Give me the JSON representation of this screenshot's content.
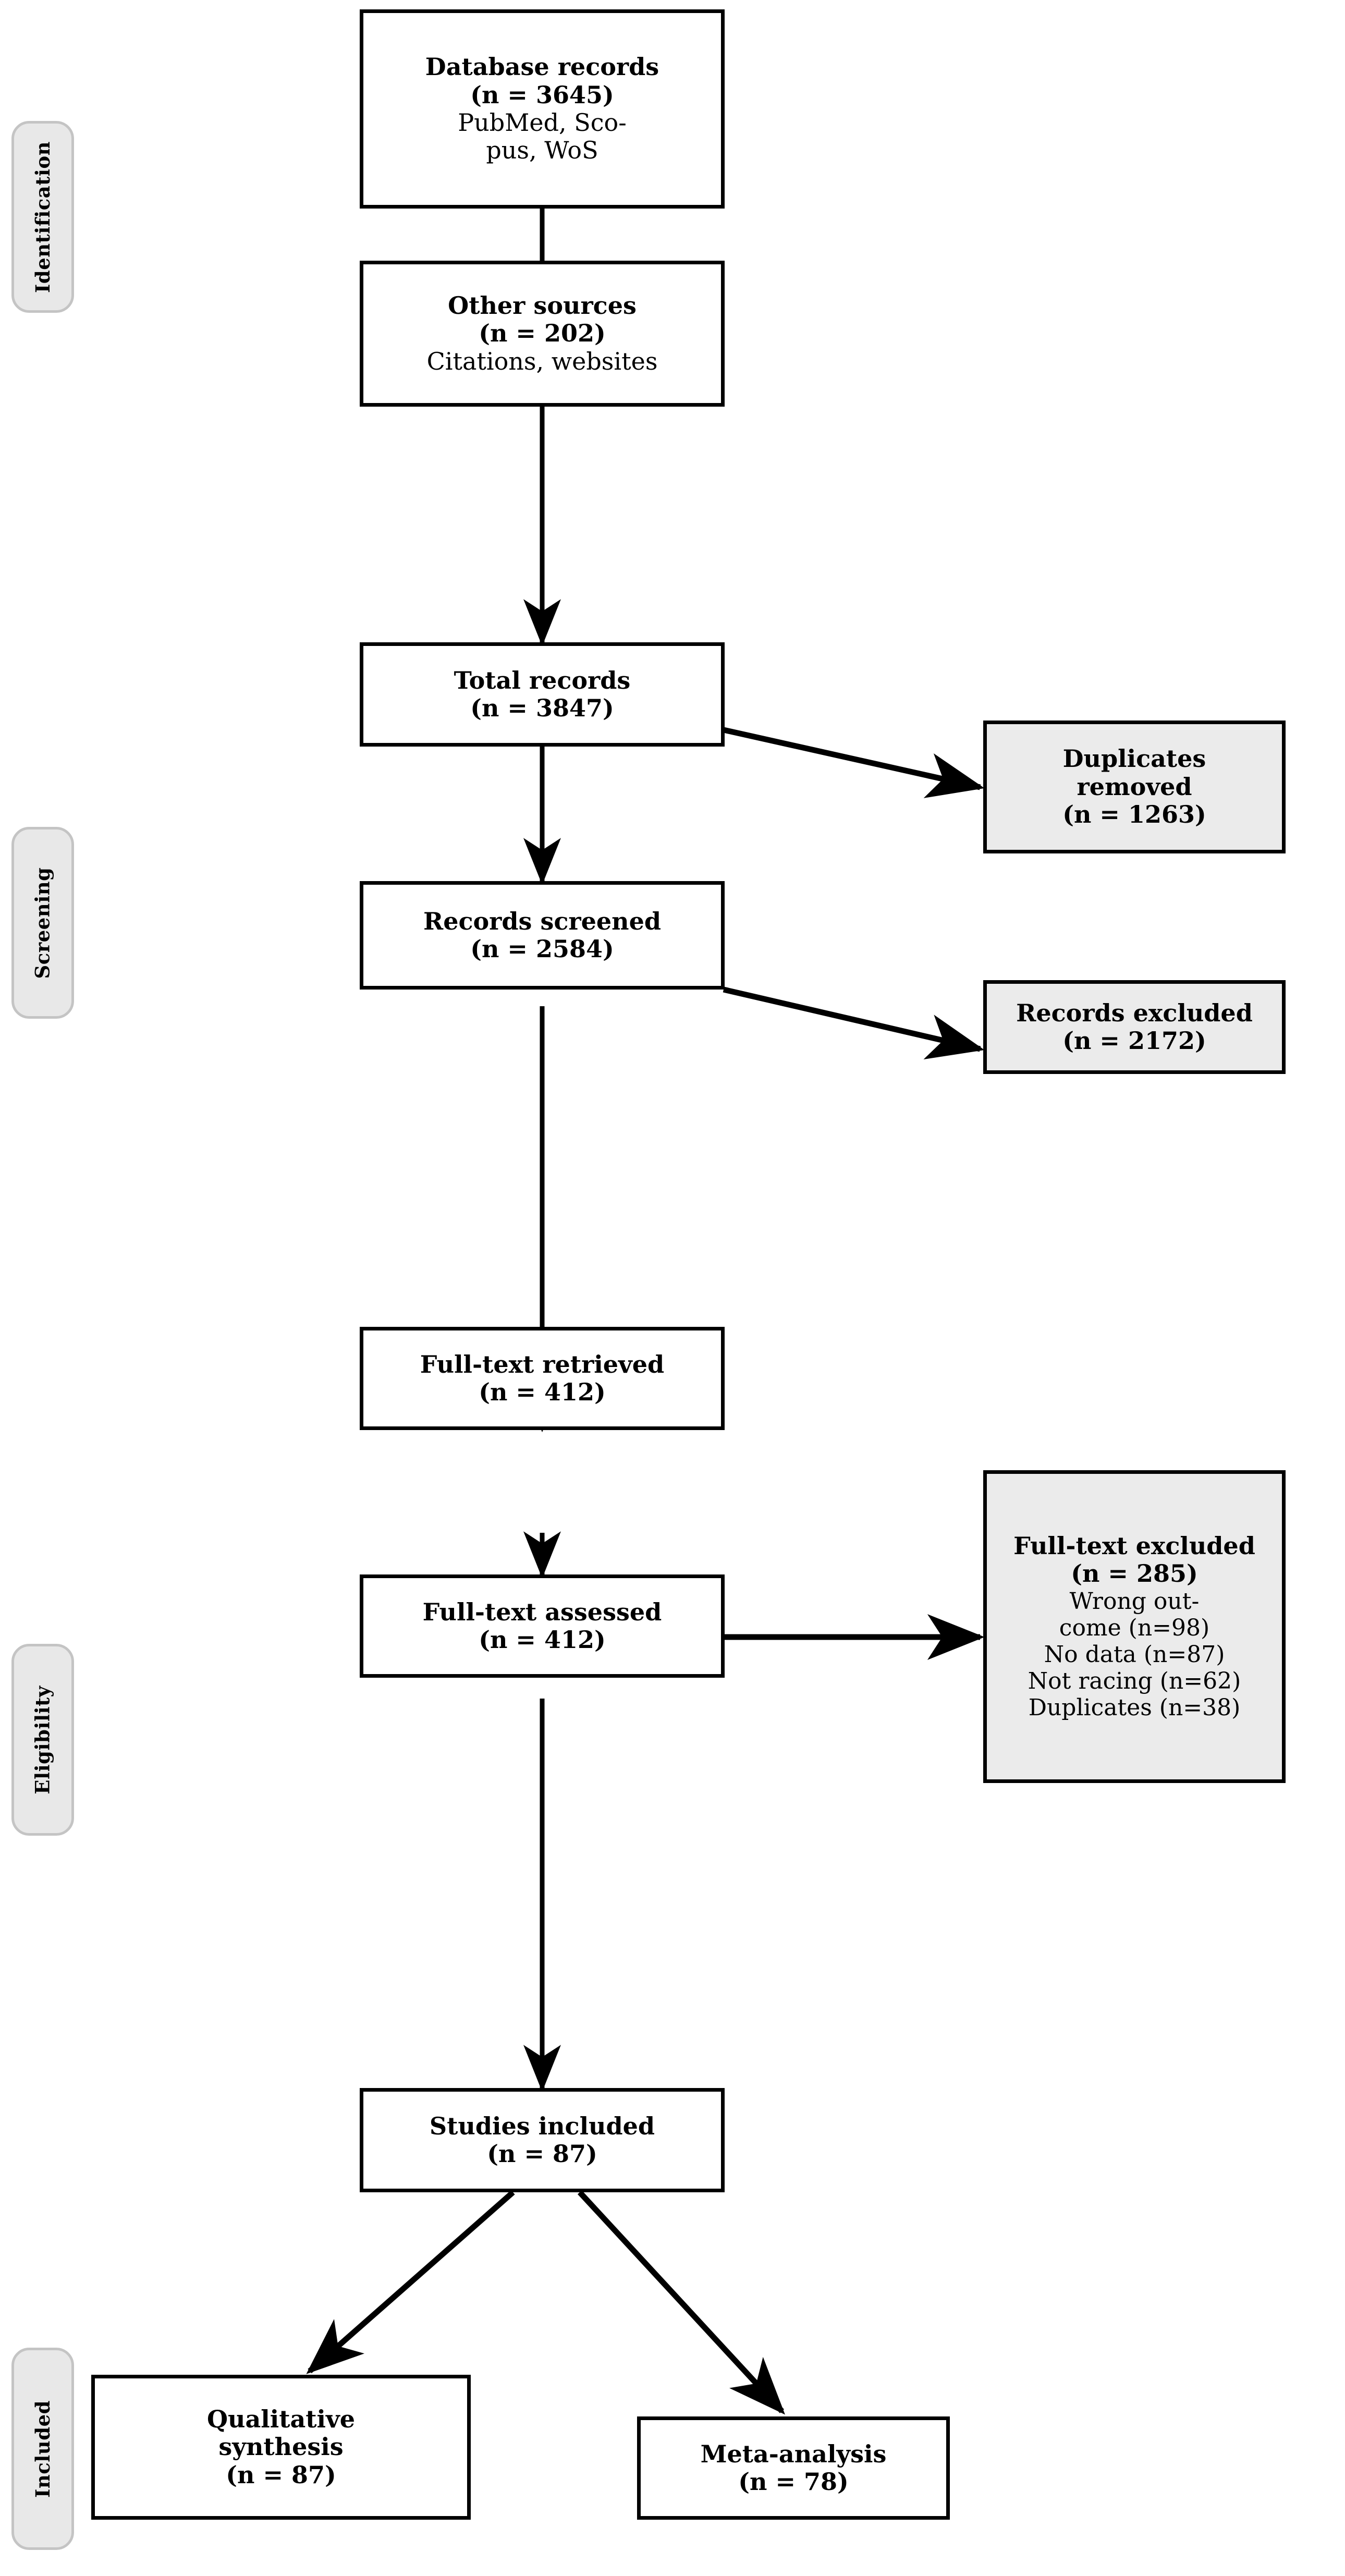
{
  "diagram": {
    "type": "prisma-flow-diagram",
    "stages": [
      {
        "id": "identification",
        "label": "Identification"
      },
      {
        "id": "screening",
        "label": "Screening"
      },
      {
        "id": "eligibility",
        "label": "Eligibility"
      },
      {
        "id": "included",
        "label": "Included"
      }
    ],
    "nodes": [
      {
        "id": "database-records",
        "title": "Database records",
        "count": "(n = 3645)",
        "detail": "PubMed, Sco-\npus, WoS",
        "shaded": false
      },
      {
        "id": "other-sources",
        "title": "Other sources",
        "count": "(n =  202)",
        "detail": "Citations, websites",
        "shaded": false
      },
      {
        "id": "total-records",
        "title": "Total records",
        "count": "(n = 3847)",
        "detail": "",
        "shaded": false
      },
      {
        "id": "duplicates-removed",
        "title": "Duplicates\nremoved",
        "count": "(n = 1263)",
        "detail": "",
        "shaded": true
      },
      {
        "id": "records-screened",
        "title": "Records screened",
        "count": "(n = 2584)",
        "detail": "",
        "shaded": false
      },
      {
        "id": "records-excluded",
        "title": "Records excluded",
        "count": "(n = 2172)",
        "detail": "",
        "shaded": true
      },
      {
        "id": "full-text-retrieved",
        "title": "Full-text retrieved",
        "count": "(n =  412)",
        "detail": "",
        "shaded": false
      },
      {
        "id": "full-text-assessed",
        "title": "Full-text assessed",
        "count": "(n =  412)",
        "detail": "",
        "shaded": false
      },
      {
        "id": "full-text-excluded",
        "title": "Full-text excluded",
        "count": "(n =  285)",
        "detail": "Wrong out-\ncome (n=98)\nNo data (n=87)\nNot racing (n=62)\nDuplicates (n=38)",
        "shaded": true
      },
      {
        "id": "studies-included",
        "title": "Studies included",
        "count": "(n =  87)",
        "detail": "",
        "shaded": false
      },
      {
        "id": "qualitative-synthesis",
        "title": "Qualitative\nsynthesis",
        "count": "(n = 87)",
        "detail": "",
        "shaded": false
      },
      {
        "id": "meta-analysis",
        "title": "Meta-analysis",
        "count": "(n = 78)",
        "detail": "",
        "shaded": false
      }
    ]
  },
  "boxes": {
    "database_records": {
      "title": "Database records",
      "count": "(n = 3645)",
      "detail_line1": "PubMed, Sco-",
      "detail_line2": "pus, WoS"
    },
    "other_sources": {
      "title": "Other sources",
      "count": "(n =  202)",
      "detail_line1": "Citations, websites"
    },
    "total_records": {
      "title": "Total records",
      "count": "(n = 3847)"
    },
    "duplicates_removed": {
      "title_line1": "Duplicates",
      "title_line2": "removed",
      "count": "(n = 1263)"
    },
    "records_screened": {
      "title": "Records screened",
      "count": "(n = 2584)"
    },
    "records_excluded": {
      "title": "Records excluded",
      "count": "(n = 2172)"
    },
    "full_text_retrieved": {
      "title": "Full-text retrieved",
      "count": "(n =  412)"
    },
    "full_text_assessed": {
      "title": "Full-text assessed",
      "count": "(n =  412)"
    },
    "full_text_excluded": {
      "title": "Full-text excluded",
      "count": "(n =  285)",
      "reason1_line1": "Wrong out-",
      "reason1_line2": "come (n=98)",
      "reason2": "No data (n=87)",
      "reason3": "Not racing (n=62)",
      "reason4": "Duplicates (n=38)"
    },
    "studies_included": {
      "title": "Studies included",
      "count": "(n =  87)"
    },
    "qualitative_synthesis": {
      "title_line1": "Qualitative",
      "title_line2": "synthesis",
      "count": "(n = 87)"
    },
    "meta_analysis": {
      "title": "Meta-analysis",
      "count": "(n = 78)"
    }
  },
  "stage_labels": {
    "identification": "Identification",
    "screening": "Screening",
    "eligibility": "Eligibility",
    "included": "Included"
  },
  "colors": {
    "shaded_fill": "#ebebeb",
    "tab_fill": "#e8e8e8",
    "tab_border": "#c4c4c4",
    "stroke": "#000000",
    "background": "#ffffff"
  }
}
